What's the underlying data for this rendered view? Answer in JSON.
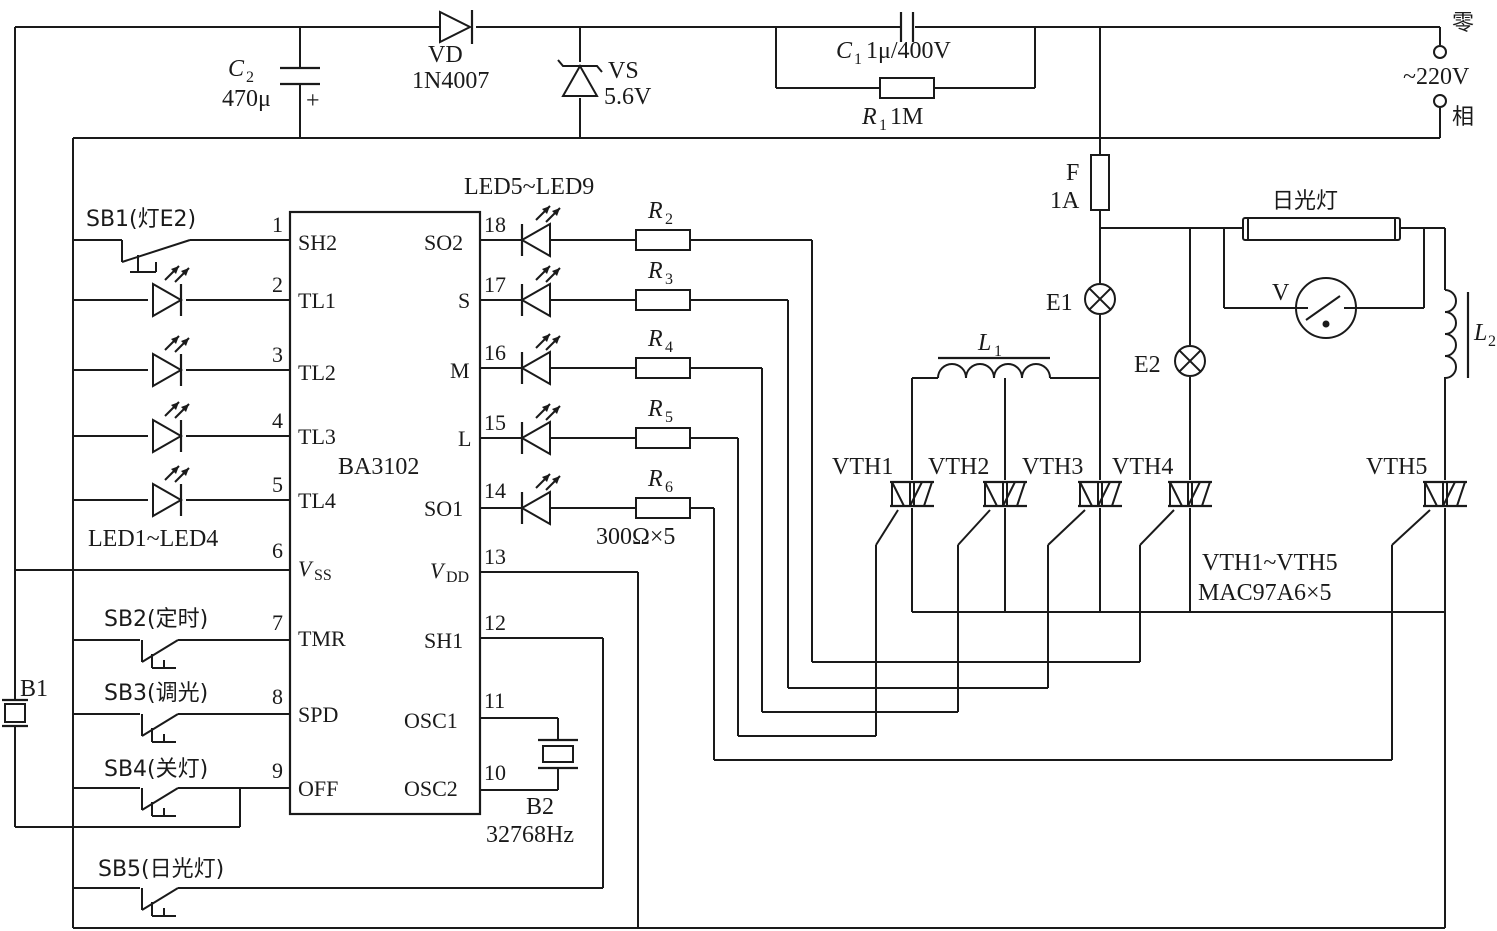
{
  "power": {
    "c2_name": "C",
    "c2_sub": "2",
    "c2_value": "470μ",
    "c2_plus": "+",
    "vd_name": "VD",
    "vd_model": "1N4007",
    "vs_name": "VS",
    "vs_value": "5.6V",
    "c1_name": "C",
    "c1_sub": "1",
    "c1_value": " 1μ/400V",
    "r1_name": "R",
    "r1_sub": "1",
    "r1_value": " 1M",
    "ac_zero": "零",
    "ac_voltage": "~220V",
    "ac_phase": "相",
    "fuse_name": "F",
    "fuse_value": "1A"
  },
  "ic": {
    "name": "BA3102",
    "left_pins": [
      {
        "num": "1",
        "name": "SH2"
      },
      {
        "num": "2",
        "name": "TL1"
      },
      {
        "num": "3",
        "name": "TL2"
      },
      {
        "num": "4",
        "name": "TL3"
      },
      {
        "num": "5",
        "name": "TL4"
      },
      {
        "num": "6",
        "name": "V",
        "sub": "SS"
      },
      {
        "num": "7",
        "name": "TMR"
      },
      {
        "num": "8",
        "name": "SPD"
      },
      {
        "num": "9",
        "name": "OFF"
      }
    ],
    "right_pins": [
      {
        "num": "18",
        "name": "SO2"
      },
      {
        "num": "17",
        "name": "S"
      },
      {
        "num": "16",
        "name": "M"
      },
      {
        "num": "15",
        "name": "L"
      },
      {
        "num": "14",
        "name": "SO1"
      },
      {
        "num": "13",
        "name": "V",
        "sub": "DD"
      },
      {
        "num": "12",
        "name": "SH1"
      },
      {
        "num": "11",
        "name": "OSC1"
      },
      {
        "num": "10",
        "name": "OSC2"
      }
    ]
  },
  "switches": {
    "sb1": "SB1(灯E2)",
    "sb2": "SB2(定时)",
    "sb3": "SB3(调光)",
    "sb4": "SB4(关灯)",
    "sb5": "SB5(日光灯)"
  },
  "leds": {
    "left_group": "LED1~LED4",
    "right_group": "LED5~LED9"
  },
  "resistors": {
    "prefix": "R",
    "subs": [
      "2",
      "3",
      "4",
      "5",
      "6"
    ],
    "value": "300Ω×5"
  },
  "battery": {
    "name": "B1"
  },
  "crystal": {
    "name": "B2",
    "freq": "32768Hz"
  },
  "loads": {
    "e1": "E1",
    "e2": "E2",
    "l1_name": "L",
    "l1_sub": "1",
    "l2_name": "L",
    "l2_sub": "2",
    "fluorescent": "日光灯",
    "starter": "V"
  },
  "triacs": {
    "names": [
      "VTH1",
      "VTH2",
      "VTH3",
      "VTH4",
      "VTH5"
    ],
    "range": "VTH1~VTH5",
    "model": "MAC97A6×5"
  }
}
